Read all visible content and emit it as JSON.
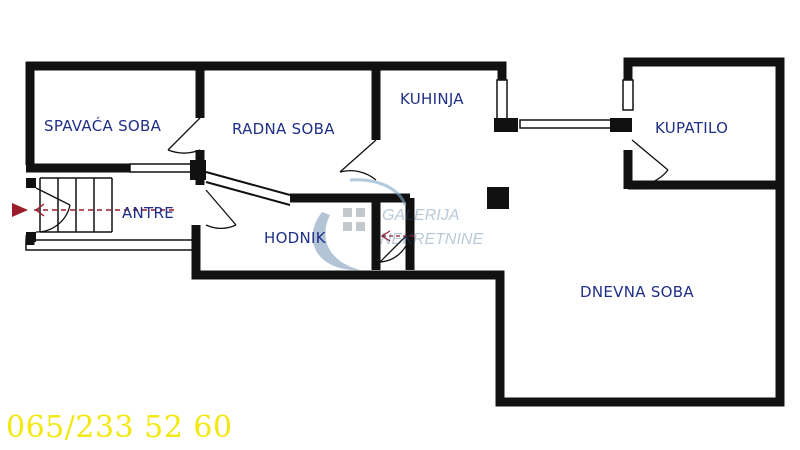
{
  "rooms": {
    "spavaca_soba": "SPAVAĆA SOBA",
    "radna_soba": "RADNA SOBA",
    "kuhinja": "KUHINJA",
    "kupatilo": "KUPATILO",
    "antre": "ANTRE",
    "hodnik": "HODNIK",
    "dnevna_soba": "DNEVNA SOBA"
  },
  "watermark": {
    "line1": "GALERIJA",
    "line2": "NEKRETNINE"
  },
  "phone": "065/233 52 60",
  "colors": {
    "wall": "#111111",
    "label": "#1f2f86",
    "phone": "#f3e80e",
    "entry_arrow": "#9a1b2b",
    "watermark": "#2a5b8a"
  }
}
